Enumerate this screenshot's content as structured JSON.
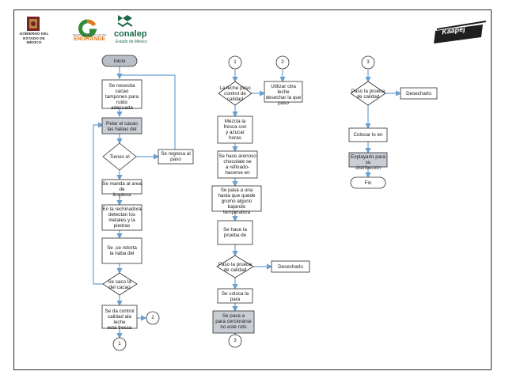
{
  "header": {
    "gobierno": "GOBIERNO DEL\nESTADO DE MÉXICO",
    "engrande_tagline": "SECRETARÍA DE EDUCACIÓN",
    "engrande": "ENGRANDE",
    "conalep": "conalep",
    "conalep_sub": "Estado de México",
    "kaapoj": "Kaapej"
  },
  "flow1": {
    "inicio": "Inicio",
    "s1": "Se necesita cacao\ntampones para\nruido\nadecuada",
    "s2": "Pelar el cacao\nlas habas del",
    "d1": "Tienes el",
    "side1": "Se regresa al\npaso",
    "s3": "Se manda al area de\nlimpieza",
    "s4": "En la rechinadora\ndetectan los\nmetales y la\npiedras",
    "s5": "Se     ,se retorta\nla haba del",
    "d2": "Se saco la\ndel cacao",
    "s6": "Se da control\ncalidad ala leche\nesta fresca",
    "conn_end": "1",
    "conn_side": "2"
  },
  "flow2": {
    "conn_start": "1",
    "d1": "La leche paso\ncontrol de\ncalidad",
    "side_conn": "2",
    "side1": "Utilizar otra leche\ndesechar la que\npaso",
    "s1": "Mezcla la\nfresca con\ny azucar\nhoras",
    "s2": "Se hace arenoso\nchocolate se\na refinado-\nhacerse en",
    "s3": "Se pasa a una\nhasta que quede\ngrumo alguno bajando\ntemperatura",
    "s4": "Se hace la\nprueba de",
    "d2": "Paso la prueba\nde calidad",
    "side2": "Desecharlo",
    "s5": "Se coloca la\npara",
    "s6": "Se pasa a\npara cerciorarse\nno este roto",
    "conn_end": "3"
  },
  "flow3": {
    "conn_start": "3",
    "d1": "Paso la prueba\nde calidad",
    "side1": "Desecharlo",
    "s1": "Colocar lo en",
    "s2": "Explayarlo para su\ndistribución",
    "fin": "Fin"
  },
  "colors": {
    "arrow": "#6a9fd0",
    "line": "#2d2d2d",
    "highlight": "#c9cdd4",
    "terminal": "#b9bfc8"
  }
}
